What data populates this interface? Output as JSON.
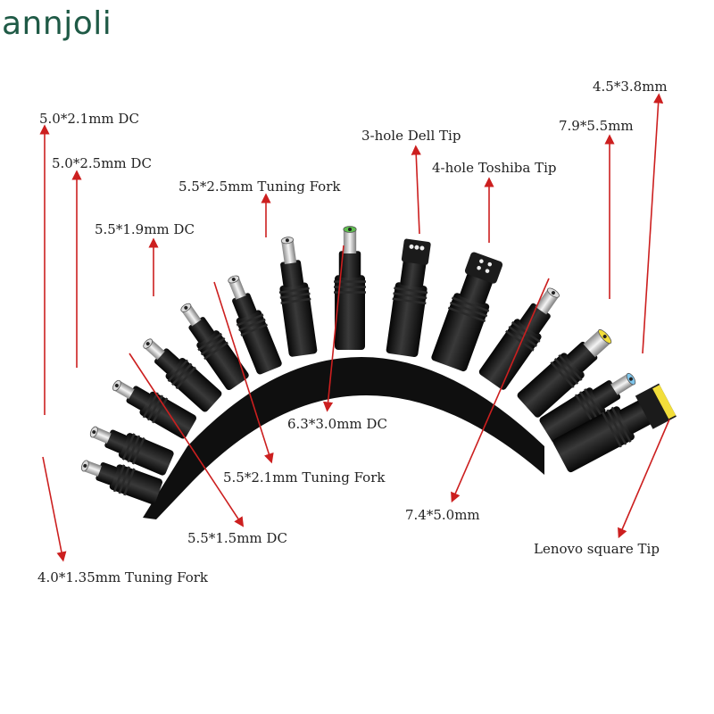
{
  "brand": "annjoli",
  "colors": {
    "arrow": "#cc1f1f",
    "connector": "#161616",
    "tray": "#111111",
    "brand": "#1f5a46",
    "tip_green": "#5fbf4f",
    "tip_yellow": "#f2de3a",
    "tip_blue": "#7ec4ea"
  },
  "labels": {
    "l01": "5.0*2.1mm DC",
    "l02": "5.0*2.5mm DC",
    "l03": "5.5*1.9mm DC",
    "l04": "5.5*2.5mm Tuning Fork",
    "l05": "3-hole Dell Tip",
    "l06": "4-hole Toshiba Tip",
    "l07": "7.9*5.5mm",
    "l08": "4.5*3.8mm",
    "l09": "6.3*3.0mm DC",
    "l10": "5.5*2.1mm Tuning Fork",
    "l11": "5.5*1.5mm DC",
    "l12": "7.4*5.0mm",
    "l13": "Lenovo square Tip",
    "l14": "4.0*1.35mm Tuning Fork"
  }
}
